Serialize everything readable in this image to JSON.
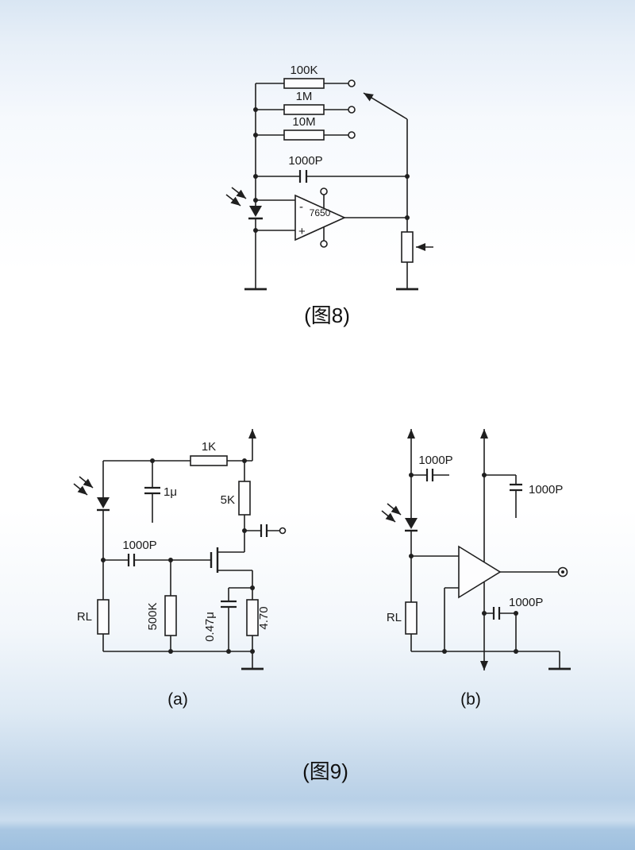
{
  "captions": {
    "fig8": "(图8)",
    "fig9": "(图9)",
    "sub_a": "(a)",
    "sub_b": "(b)"
  },
  "fig8": {
    "r1": "100K",
    "r2": "1M",
    "r3": "10M",
    "cap": "1000P",
    "ic": "7650",
    "minus": "-",
    "plus": "+"
  },
  "fig9a": {
    "r1k": "1K",
    "c1u": "1μ",
    "r5k": "5K",
    "c1000p": "1000P",
    "rl": "RL",
    "r500k": "500K",
    "c047u": "0.47μ",
    "r470": "4.70"
  },
  "fig9b": {
    "ctop": "1000P",
    "cright": "1000P",
    "cbottom": "1000P",
    "rl": "RL"
  },
  "colors": {
    "line": "#1f1f1f"
  }
}
